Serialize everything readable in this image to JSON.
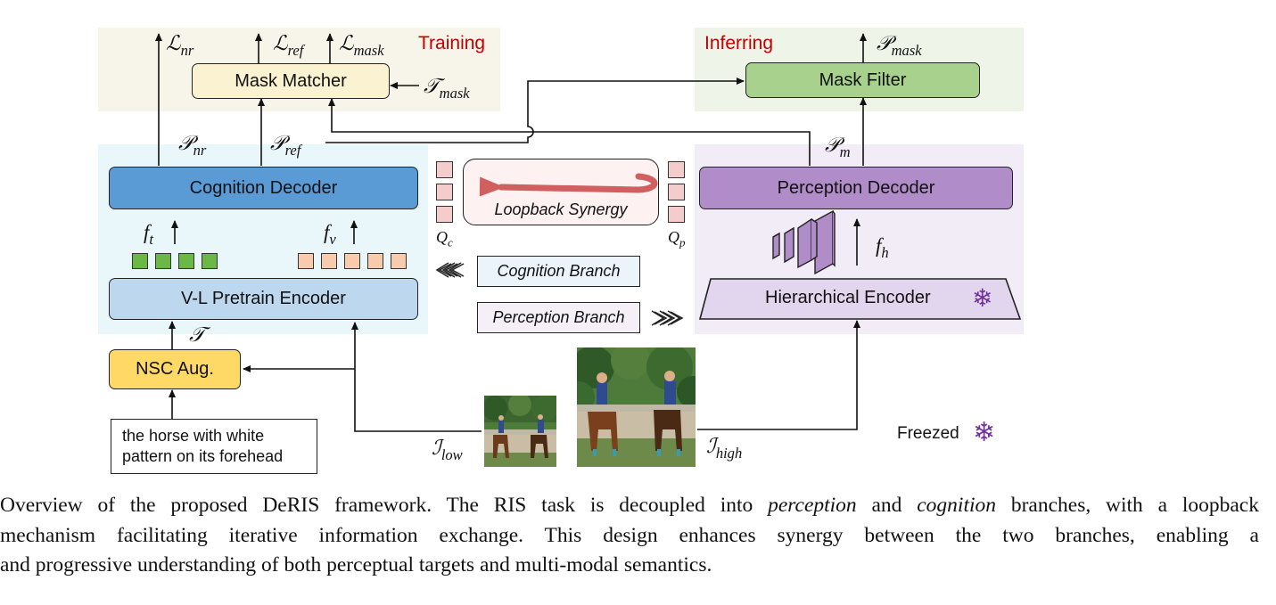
{
  "regions": {
    "training_label": "Training",
    "inferring_label": "Inferring"
  },
  "boxes": {
    "mask_matcher": "Mask Matcher",
    "mask_filter": "Mask Filter",
    "cognition_decoder": "Cognition Decoder",
    "perception_decoder": "Perception Decoder",
    "vl_encoder": "V-L Pretrain Encoder",
    "hier_encoder": "Hierarchical Encoder",
    "nsc_aug": "NSC Aug.",
    "loopback": "Loopback Synergy",
    "cog_branch": "Cognition Branch",
    "perc_branch": "Perception Branch",
    "text_input": [
      "the horse with white",
      "pattern on its forehead"
    ]
  },
  "math": {
    "L_nr": {
      "base": "ℒ",
      "sub": "nr"
    },
    "L_ref": {
      "base": "ℒ",
      "sub": "ref"
    },
    "L_mask": {
      "base": "ℒ",
      "sub": "mask"
    },
    "T_mask": {
      "base": "𝒯",
      "sub": "mask"
    },
    "P_mask": {
      "base": "𝒫",
      "sub": "mask"
    },
    "P_nr": {
      "base": "𝒫",
      "sub": "nr"
    },
    "P_ref": {
      "base": "𝒫",
      "sub": "ref"
    },
    "P_m": {
      "base": "𝒫",
      "sub": "m"
    },
    "f_t": {
      "base": "f",
      "sub": "t"
    },
    "f_v": {
      "base": "f",
      "sub": "v"
    },
    "f_h": {
      "base": "f",
      "sub": "h"
    },
    "Q_c": {
      "base": "Q",
      "sub": "c"
    },
    "Q_p": {
      "base": "Q",
      "sub": "p"
    },
    "T": {
      "base": "𝒯",
      "sub": ""
    },
    "I_low": {
      "base": "ℐ",
      "sub": "low"
    },
    "I_high": {
      "base": "ℐ",
      "sub": "high"
    }
  },
  "legend": {
    "freezed": "Freezed",
    "icon": "snowflake-icon"
  },
  "caption": {
    "lines": [
      "Overview of the proposed DeRIS framework. The RIS task is decoupled into ",
      "mechanism facilitating iterative information exchange.  This design enhances synergy between the two branches, enabling a",
      "and progressive understanding of both perceptual targets and multi-modal semantics."
    ],
    "line1_em1": "perception",
    "line1_mid": " and ",
    "line1_em2": "cognition",
    "line1_end": " branches, with a loopback"
  },
  "colors": {
    "training_bg": "#f7f4ea",
    "inferring_bg": "#eef5e8",
    "cognition_bg": "#e9f7fb",
    "perception_bg": "#f1ecf6",
    "mask_matcher": "#fbf2d2",
    "mask_filter": "#a9d18e",
    "cognition_decoder": "#5b9bd5",
    "vl_encoder": "#bdd7ee",
    "perception_decoder": "#b08cc8",
    "hier_encoder": "#e2d6ee",
    "nsc_aug": "#ffd966",
    "text_token": "#6bb846",
    "visual_token": "#f8cbad",
    "query_token": "#f4cccc",
    "loopback_arrow": "#d06060",
    "red_label": "#c00000",
    "snowflake": "#7030a0"
  }
}
